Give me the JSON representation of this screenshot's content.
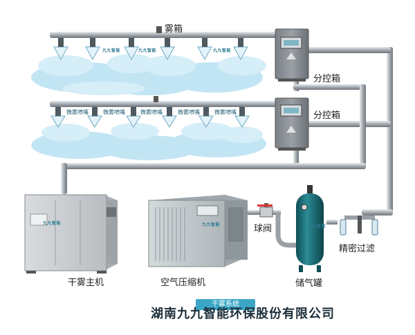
{
  "labels": {
    "mist_box": "雾箱",
    "sub_box_1": "分控箱",
    "sub_box_2": "分控箱",
    "dry_fog_host": "干雾主机",
    "air_compressor": "空气压缩机",
    "ball_valve": "球阀",
    "gas_tank": "储气罐",
    "precision_filter": "精密过滤"
  },
  "nozzle_labels": [
    "微雾喷嘴",
    "微雾喷嘴",
    "微雾喷嘴",
    "微雾喷嘴",
    "微雾喷嘴"
  ],
  "brand_marks": [
    "九九智能",
    "九九智能",
    "九九智能",
    "九九智能",
    "九九智能",
    "九九智能"
  ],
  "bottom_title": "干雾系统",
  "company": "湖南九九智能环保股份有限公司",
  "colors": {
    "pipe": "#8c9196",
    "mist": "#bfe3f3",
    "tank": "#1e6f78",
    "cabinet": "#8a8f93",
    "accent": "#3ba6c6"
  }
}
